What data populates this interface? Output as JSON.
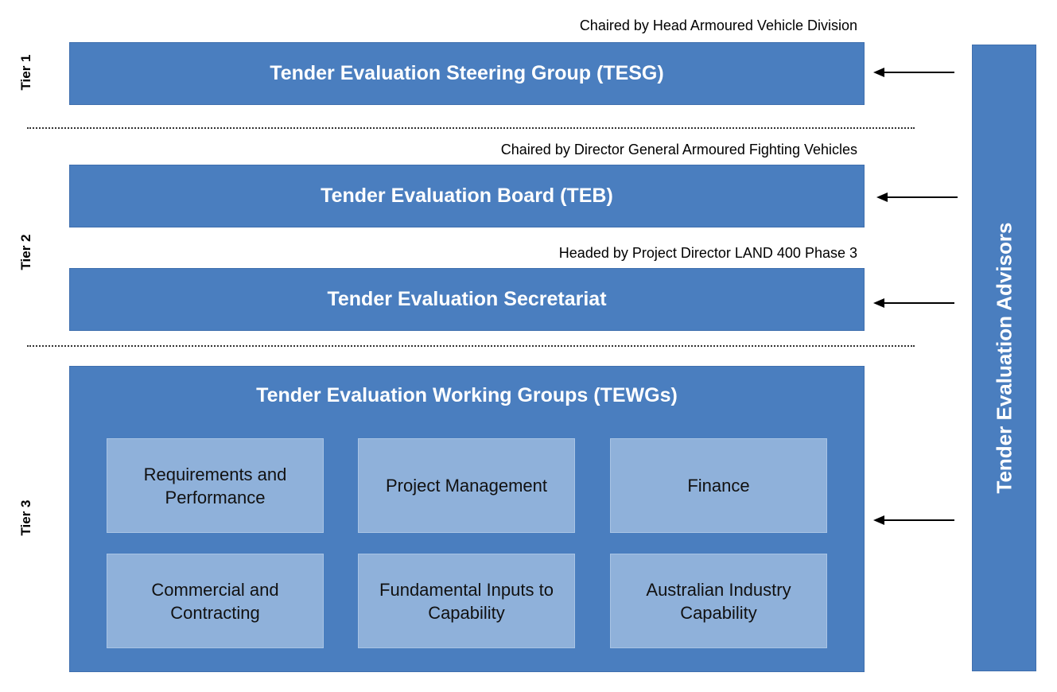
{
  "tiers": {
    "tier1": "Tier 1",
    "tier2": "Tier 2",
    "tier3": "Tier 3"
  },
  "captions": {
    "tesg": "Chaired by Head Armoured Vehicle Division",
    "teb": "Chaired by Director General Armoured Fighting Vehicles",
    "secretariat": "Headed by Project Director LAND 400 Phase 3"
  },
  "boxes": {
    "tesg": "Tender Evaluation Steering Group (TESG)",
    "teb": "Tender Evaluation Board (TEB)",
    "secretariat": "Tender Evaluation Secretariat",
    "tewg": "Tender Evaluation Working Groups (TEWGs)"
  },
  "working_groups": [
    "Requirements and Performance",
    "Project Management",
    "Finance",
    "Commercial and Contracting",
    "Fundamental Inputs to Capability",
    "Australian Industry Capability"
  ],
  "advisors": "Tender Evaluation Advisors",
  "colors": {
    "box": "#4a7ebf",
    "sub_box": "#8fb1da",
    "arrow": "#000000"
  }
}
